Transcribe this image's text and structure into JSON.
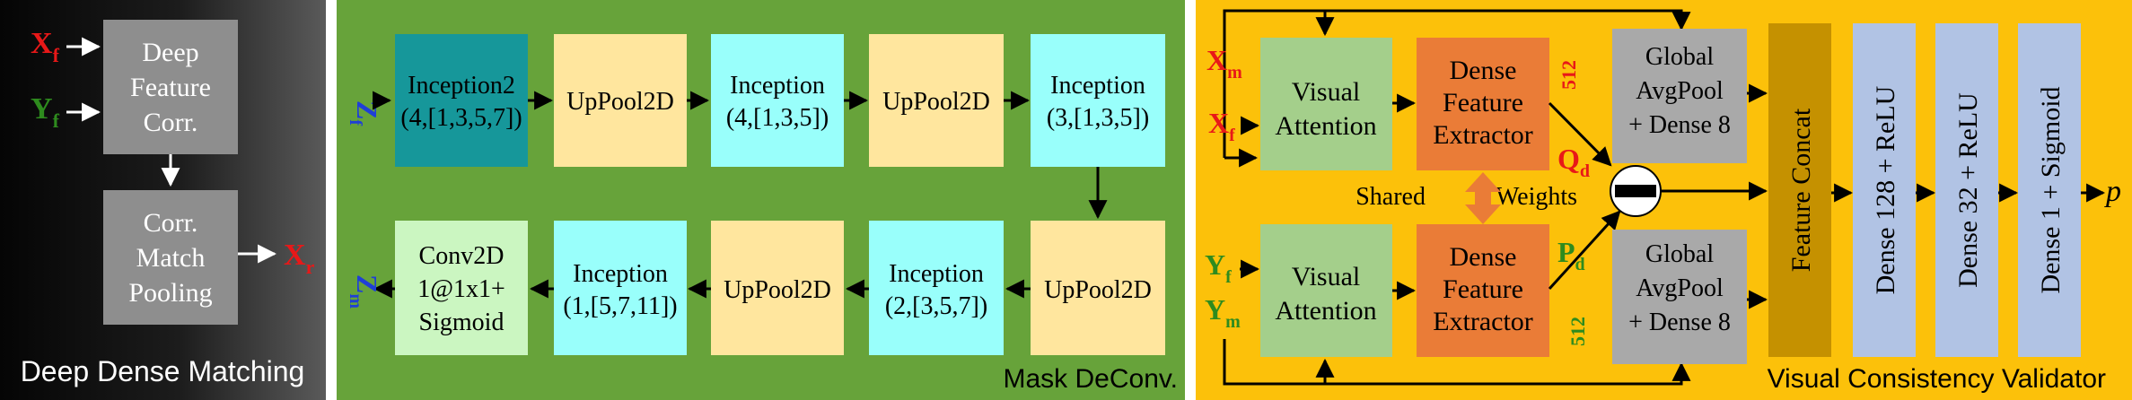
{
  "colors": {
    "panel_dark_start": "#050505",
    "panel_dark_end": "#5a5a5a",
    "panel_green": "#67a33a",
    "panel_yellow": "#fcc10a",
    "gray_box": "#8e8e8e",
    "teal": "#16979a",
    "cyan": "#99fffb",
    "light_yellow": "#ffe69e",
    "light_green": "#cbf6c1",
    "green_box": "#a4cf8b",
    "orange": "#ea7c37",
    "gray_light": "#a9a9a9",
    "gold": "#c59100",
    "lavender": "#b1c3e4",
    "red": "#e81818",
    "green_text": "#2e8b1e",
    "blue_text": "#1f3fd7"
  },
  "panel1": {
    "caption": "Deep Dense Matching",
    "box1_lines": [
      "Deep",
      "Feature",
      "Corr."
    ],
    "box2_lines": [
      "Corr.",
      "Match",
      "Pooling"
    ],
    "in1_main": "X",
    "in1_sub": "f",
    "in2_main": "Y",
    "in2_sub": "f",
    "out_main": "X",
    "out_sub": "r"
  },
  "panel2": {
    "caption": "Mask DeConv.",
    "in_label_main": "Z",
    "in_label_sub": "f",
    "out_label_main": "Z",
    "out_label_sub": "m",
    "row1": [
      {
        "l1": "Inception2",
        "l2": "(4,[1,3,5,7])"
      },
      {
        "l1": "UpPool2D",
        "l2": ""
      },
      {
        "l1": "Inception",
        "l2": "(4,[1,3,5])"
      },
      {
        "l1": "UpPool2D",
        "l2": ""
      },
      {
        "l1": "Inception",
        "l2": "(3,[1,3,5])"
      }
    ],
    "row2": [
      {
        "l1": "Conv2D",
        "l2": "1@1x1+",
        "l3": "Sigmoid"
      },
      {
        "l1": "Inception",
        "l2": "(1,[5,7,11])"
      },
      {
        "l1": "UpPool2D",
        "l2": ""
      },
      {
        "l1": "Inception",
        "l2": "(2,[3,5,7])"
      },
      {
        "l1": "UpPool2D",
        "l2": ""
      }
    ]
  },
  "panel3": {
    "caption": "Visual Consistency Validator",
    "xm_main": "X",
    "xm_sub": "m",
    "xf_main": "X",
    "xf_sub": "f",
    "yf_main": "Y",
    "yf_sub": "f",
    "ym_main": "Y",
    "ym_sub": "m",
    "va_lines": [
      "Visual",
      "Attention"
    ],
    "dfe_lines": [
      "Dense",
      "Feature",
      "Extractor"
    ],
    "gap_lines": [
      "Global",
      "AvgPool",
      "+ Dense 8"
    ],
    "dim_top": "512",
    "dim_bottom": "512",
    "qd_main": "Q",
    "qd_sub": "d",
    "pd_main": "P",
    "pd_sub": "d",
    "shared_left": "Shared",
    "shared_right": "Weights",
    "concat": "Feature Concat",
    "dense1": "Dense 128 + ReLU",
    "dense2": "Dense 32 + ReLU",
    "dense3": "Dense 1 + Sigmoid",
    "output": "p"
  }
}
